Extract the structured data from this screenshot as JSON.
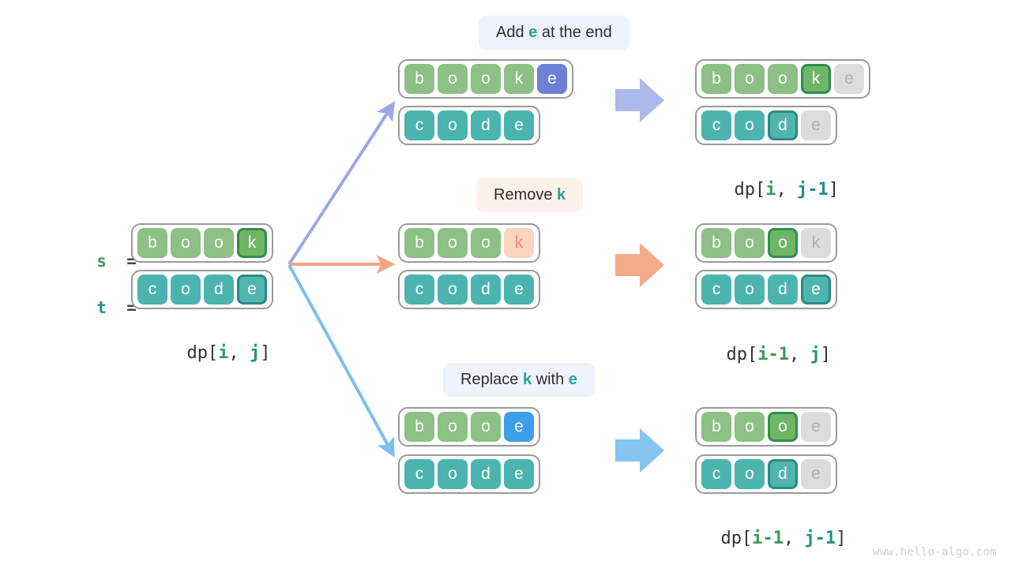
{
  "watermark": "www.hello-algo.com",
  "source": {
    "label_s": "s",
    "label_t": "t",
    "equals": "=",
    "row_s": [
      "b",
      "o",
      "o",
      "k"
    ],
    "row_t": [
      "c",
      "o",
      "d",
      "e"
    ],
    "caption": {
      "prefix": "dp[",
      "i": "i",
      "sep": ", ",
      "j": "j",
      "suffix": "]"
    }
  },
  "branches": [
    {
      "name": "add",
      "op_label": {
        "pre": "Add ",
        "char": "e",
        "post": " at the end"
      },
      "before_row_s": [
        "b",
        "o",
        "o",
        "k",
        "e"
      ],
      "before_row_t": [
        "c",
        "o",
        "d",
        "e"
      ],
      "after_row_s": [
        "b",
        "o",
        "o",
        "k",
        "e"
      ],
      "after_row_t": [
        "c",
        "o",
        "d",
        "e"
      ],
      "caption": {
        "prefix": "dp[",
        "i": "i",
        "sep": ", ",
        "j": "j-1",
        "suffix": "]"
      },
      "arrow_color": "#9aa7e8",
      "block_arrow_color": "#aeb8ea"
    },
    {
      "name": "remove",
      "op_label": {
        "pre": "Remove ",
        "char": "k",
        "post": ""
      },
      "before_row_s": [
        "b",
        "o",
        "o",
        "k"
      ],
      "before_row_t": [
        "c",
        "o",
        "d",
        "e"
      ],
      "after_row_s": [
        "b",
        "o",
        "o",
        "k"
      ],
      "after_row_t": [
        "c",
        "o",
        "d",
        "e"
      ],
      "caption": {
        "prefix": "dp[",
        "i": "i-1",
        "sep": ", ",
        "j": "j",
        "suffix": "]"
      },
      "arrow_color": "#f4a582",
      "block_arrow_color": "#f6ab88"
    },
    {
      "name": "replace",
      "op_label": {
        "pre": "Replace ",
        "char": "k",
        "mid": " with ",
        "char2": "e",
        "post": ""
      },
      "before_row_s": [
        "b",
        "o",
        "o",
        "e"
      ],
      "before_row_t": [
        "c",
        "o",
        "d",
        "e"
      ],
      "after_row_s": [
        "b",
        "o",
        "o",
        "e"
      ],
      "after_row_t": [
        "c",
        "o",
        "d",
        "e"
      ],
      "caption": {
        "prefix": "dp[",
        "i": "i-1",
        "sep": ", ",
        "j": "j-1",
        "suffix": "]"
      },
      "arrow_color": "#7bc0ea",
      "block_arrow_color": "#84c4ef"
    }
  ],
  "colors": {
    "s_cell": "#8cc084",
    "t_cell": "#4cb4ae",
    "s_highlight_border": "#2f8f4e",
    "t_highlight_border": "#2b8a84",
    "insert_blue": "#6e7fd8",
    "replace_blue": "#3d9fe8",
    "removed_peach": "#fbd4c0",
    "disabled_gray": "#dcdcdc",
    "frame_gray": "#9a9a9a",
    "accent_teal": "#2aa198",
    "accent_green": "#3a9c54"
  }
}
